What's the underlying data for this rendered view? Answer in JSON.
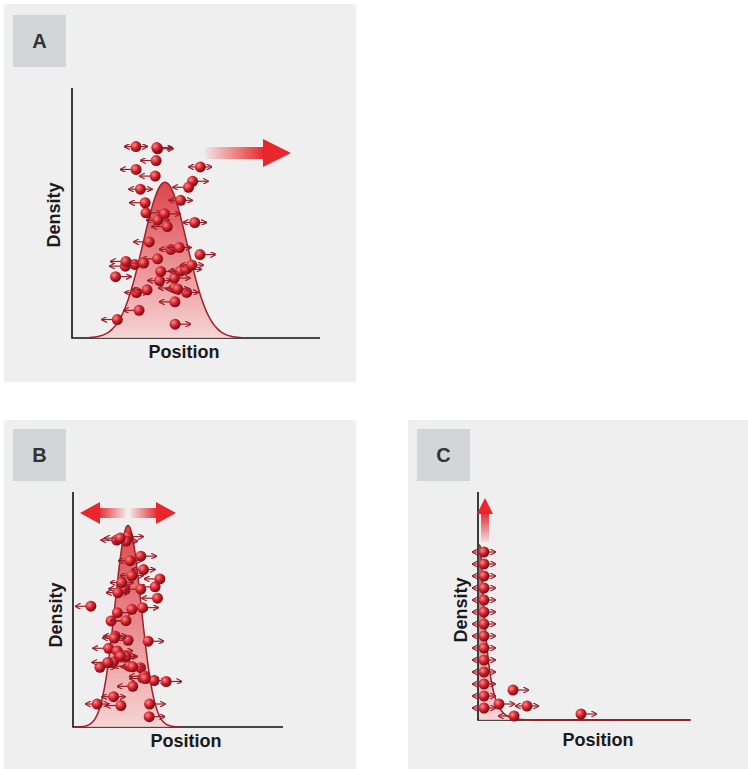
{
  "diagram": {
    "nodes": [
      {
        "text": [
          "Density",
          "Position"
        ]
      },
      {
        "text": [
          "A"
        ],
        "in": 0
      },
      {
        "text": [
          "Density",
          "Position"
        ]
      },
      {
        "text": [
          "B"
        ],
        "in": 2
      },
      {
        "text": [
          "Density",
          "Position"
        ]
      },
      {
        "text": [
          "C"
        ],
        "in": 4
      }
    ]
  }
}
